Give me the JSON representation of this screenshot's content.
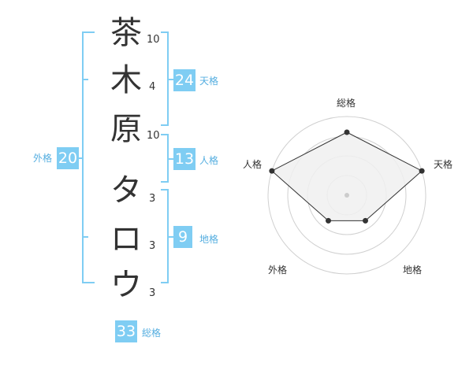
{
  "name": {
    "chars": [
      {
        "char": "茶",
        "strokes": "10"
      },
      {
        "char": "木",
        "strokes": "4"
      },
      {
        "char": "原",
        "strokes": "10"
      },
      {
        "char": "タ",
        "strokes": "3"
      },
      {
        "char": "ロ",
        "strokes": "3"
      },
      {
        "char": "ウ",
        "strokes": "3"
      }
    ]
  },
  "kakusu": {
    "tenkaku": {
      "value": "24",
      "label": "天格"
    },
    "jinkaku": {
      "value": "13",
      "label": "人格"
    },
    "chikaku": {
      "value": "9",
      "label": "地格"
    },
    "gaikaku": {
      "value": "20",
      "label": "外格"
    },
    "soukaku": {
      "value": "33",
      "label": "総格"
    }
  },
  "radar": {
    "axes": [
      "総格",
      "天格",
      "地格",
      "外格",
      "人格"
    ],
    "levels": 4,
    "values": [
      4,
      5,
      2,
      2,
      5
    ],
    "max": 5,
    "colors": {
      "ring": "#d0d0d0",
      "fill": "#f0f0f0",
      "line": "#333333",
      "point": "#333333",
      "center": "#cccccc"
    }
  },
  "colors": {
    "accent": "#7fcdf3",
    "accent_text": "#55aee0"
  }
}
